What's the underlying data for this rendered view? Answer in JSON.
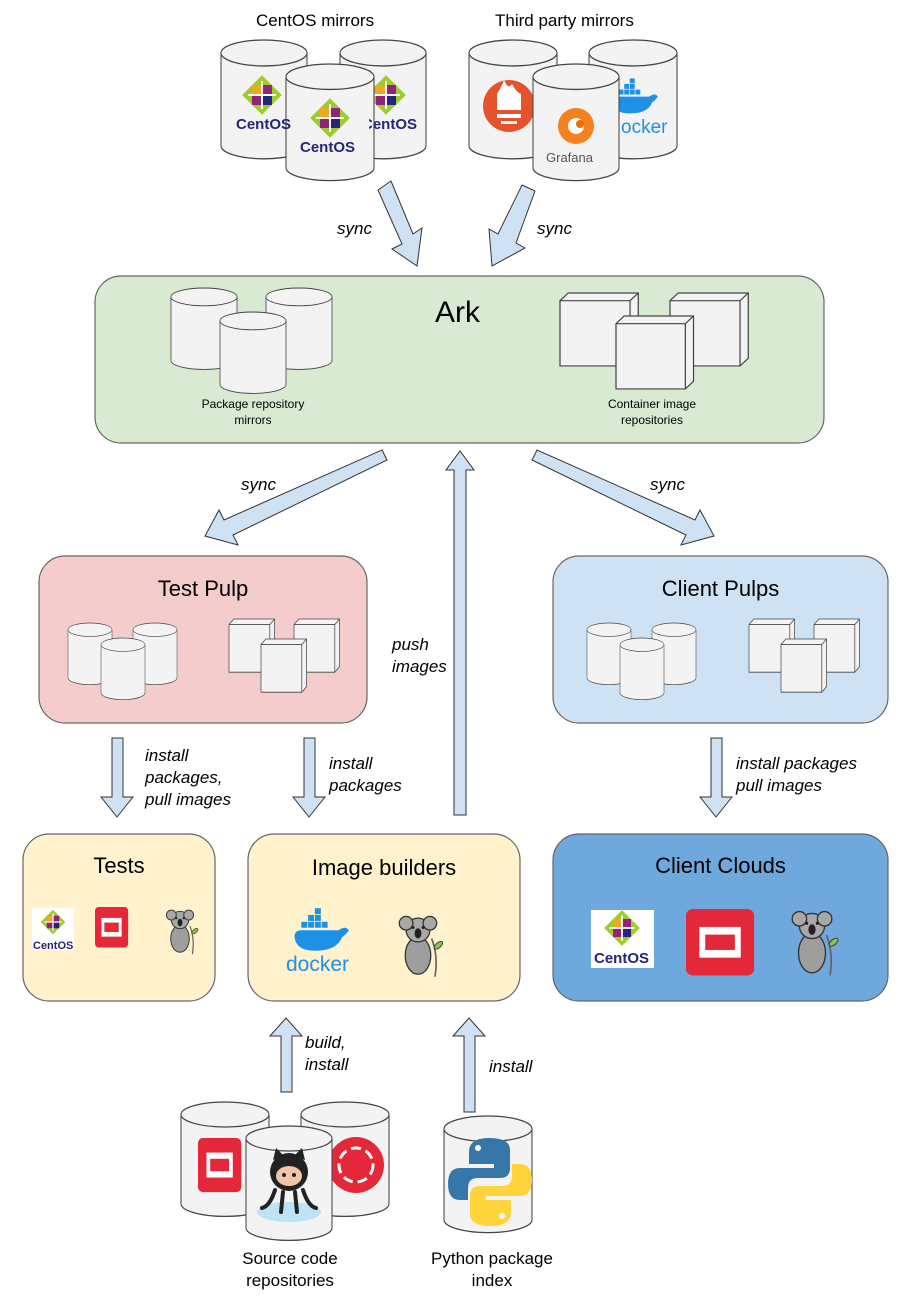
{
  "top": {
    "centos_mirrors": "CentOS mirrors",
    "third_party_mirrors": "Third party mirrors",
    "centos_logo_text": "CentOS",
    "grafana_logo_text": "Grafana",
    "docker_logo_text": "ocker"
  },
  "edges": {
    "sync_top_left": "sync",
    "sync_top_right": "sync",
    "sync_left": "sync",
    "sync_right": "sync",
    "push_images": "push\nimages",
    "install_tests": "install\npackages,\npull images",
    "install_builders": "install\npackages",
    "install_clients": "install packages\npull images",
    "build_install": "build,\ninstall",
    "install_pypi": "install"
  },
  "ark": {
    "title": "Ark",
    "package_label": "Package repository\nmirrors",
    "container_label": "Container image\nrepositories"
  },
  "test_pulp": {
    "title": "Test Pulp"
  },
  "client_pulps": {
    "title": "Client Pulps"
  },
  "tests": {
    "title": "Tests",
    "centos_text": "CentOS"
  },
  "image_builders": {
    "title": "Image builders",
    "docker_text": "docker"
  },
  "client_clouds": {
    "title": "Client Clouds",
    "centos_text": "CentOS"
  },
  "bottom": {
    "source_label": "Source code\nrepositories",
    "pypi_label": "Python package\nindex"
  },
  "colors": {
    "arrow_fill": "#cfe2f3",
    "ark_fill": "#d9ead3",
    "test_pulp_fill": "#f4cccc",
    "client_pulps_fill": "#cfe2f3",
    "tests_fill": "#fff2cc",
    "client_clouds_fill": "#6fa8dc"
  }
}
